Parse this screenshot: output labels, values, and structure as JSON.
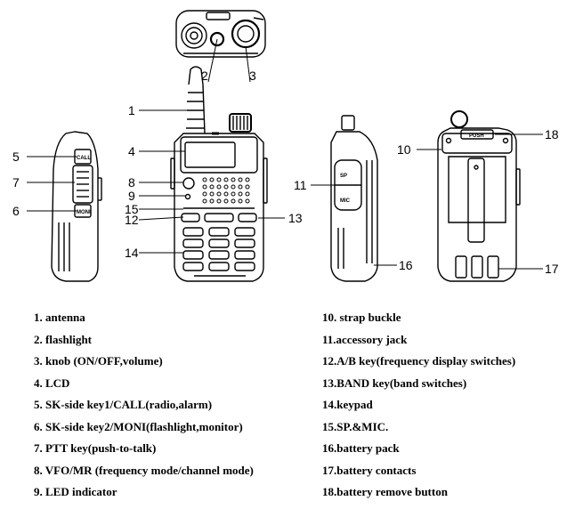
{
  "callouts": {
    "c1": "1",
    "c2": "2",
    "c3": "3",
    "c4": "4",
    "c5": "5",
    "c6": "6",
    "c7": "7",
    "c8": "8",
    "c9": "9",
    "c10": "10",
    "c11": "11",
    "c12": "12",
    "c13": "13",
    "c14": "14",
    "c15": "15",
    "c16": "16",
    "c17": "17",
    "c18": "18"
  },
  "device_labels": {
    "call": "CALL",
    "moni": "MONI",
    "sp": "SP",
    "mic": "MIC",
    "push": "PUSH"
  },
  "legend_left": [
    "1. antenna",
    "2. flashlight",
    "3. knob (ON/OFF,volume)",
    "4. LCD",
    "5. SK-side key1/CALL(radio,alarm)",
    "6. SK-side key2/MONI(flashlight,monitor)",
    "7. PTT key(push-to-talk)",
    "8. VFO/MR (frequency mode/channel mode)",
    "9. LED indicator"
  ],
  "legend_right": [
    "10. strap buckle",
    "11.accessory jack",
    "12.A/B key(frequency display switches)",
    "13.BAND key(band switches)",
    "14.keypad",
    "15.SP.&MIC.",
    "16.battery pack",
    "17.battery contacts",
    "18.battery remove button"
  ]
}
